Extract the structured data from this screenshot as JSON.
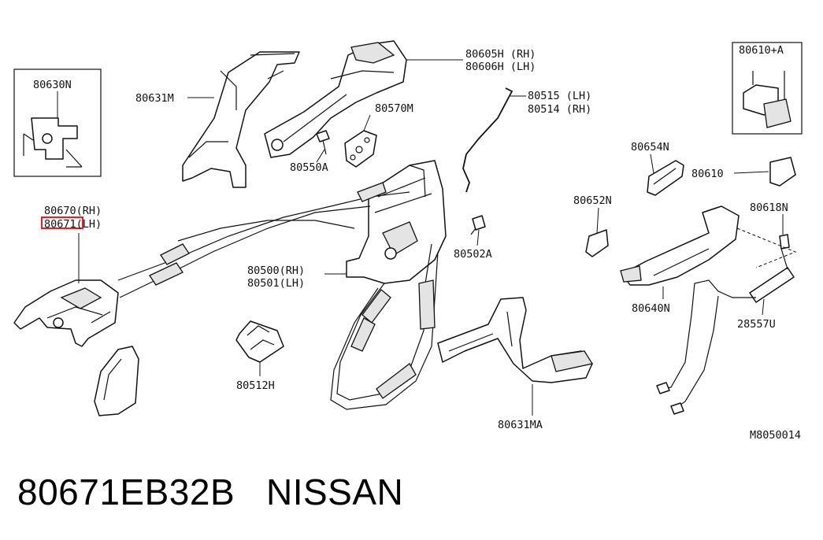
{
  "labels": {
    "l_80630N": "80630N",
    "l_80631M": "80631M",
    "l_80605H": "80605H (RH)",
    "l_80606H": "80606H (LH)",
    "l_80570M": "80570M",
    "l_80550A": "80550A",
    "l_80515": "80515 (LH)",
    "l_80514": "80514 (RH)",
    "l_80610A": "80610+A",
    "l_80654N": "80654N",
    "l_80610": "80610",
    "l_80652N": "80652N",
    "l_80618N": "80618N",
    "l_80670": "80670(RH)",
    "l_80671": "80671(LH)",
    "l_80502A": "80502A",
    "l_80500": "80500(RH)",
    "l_80501": "80501(LH)",
    "l_80640N": "80640N",
    "l_28557U": "28557U",
    "l_80512H": "80512H",
    "l_80631MA": "80631MA",
    "l_ref": "M8050014"
  },
  "highlight": {
    "part": "80671",
    "color": "#e0202a"
  },
  "caption": {
    "part_number": "80671EB32B",
    "brand": "NISSAN"
  }
}
